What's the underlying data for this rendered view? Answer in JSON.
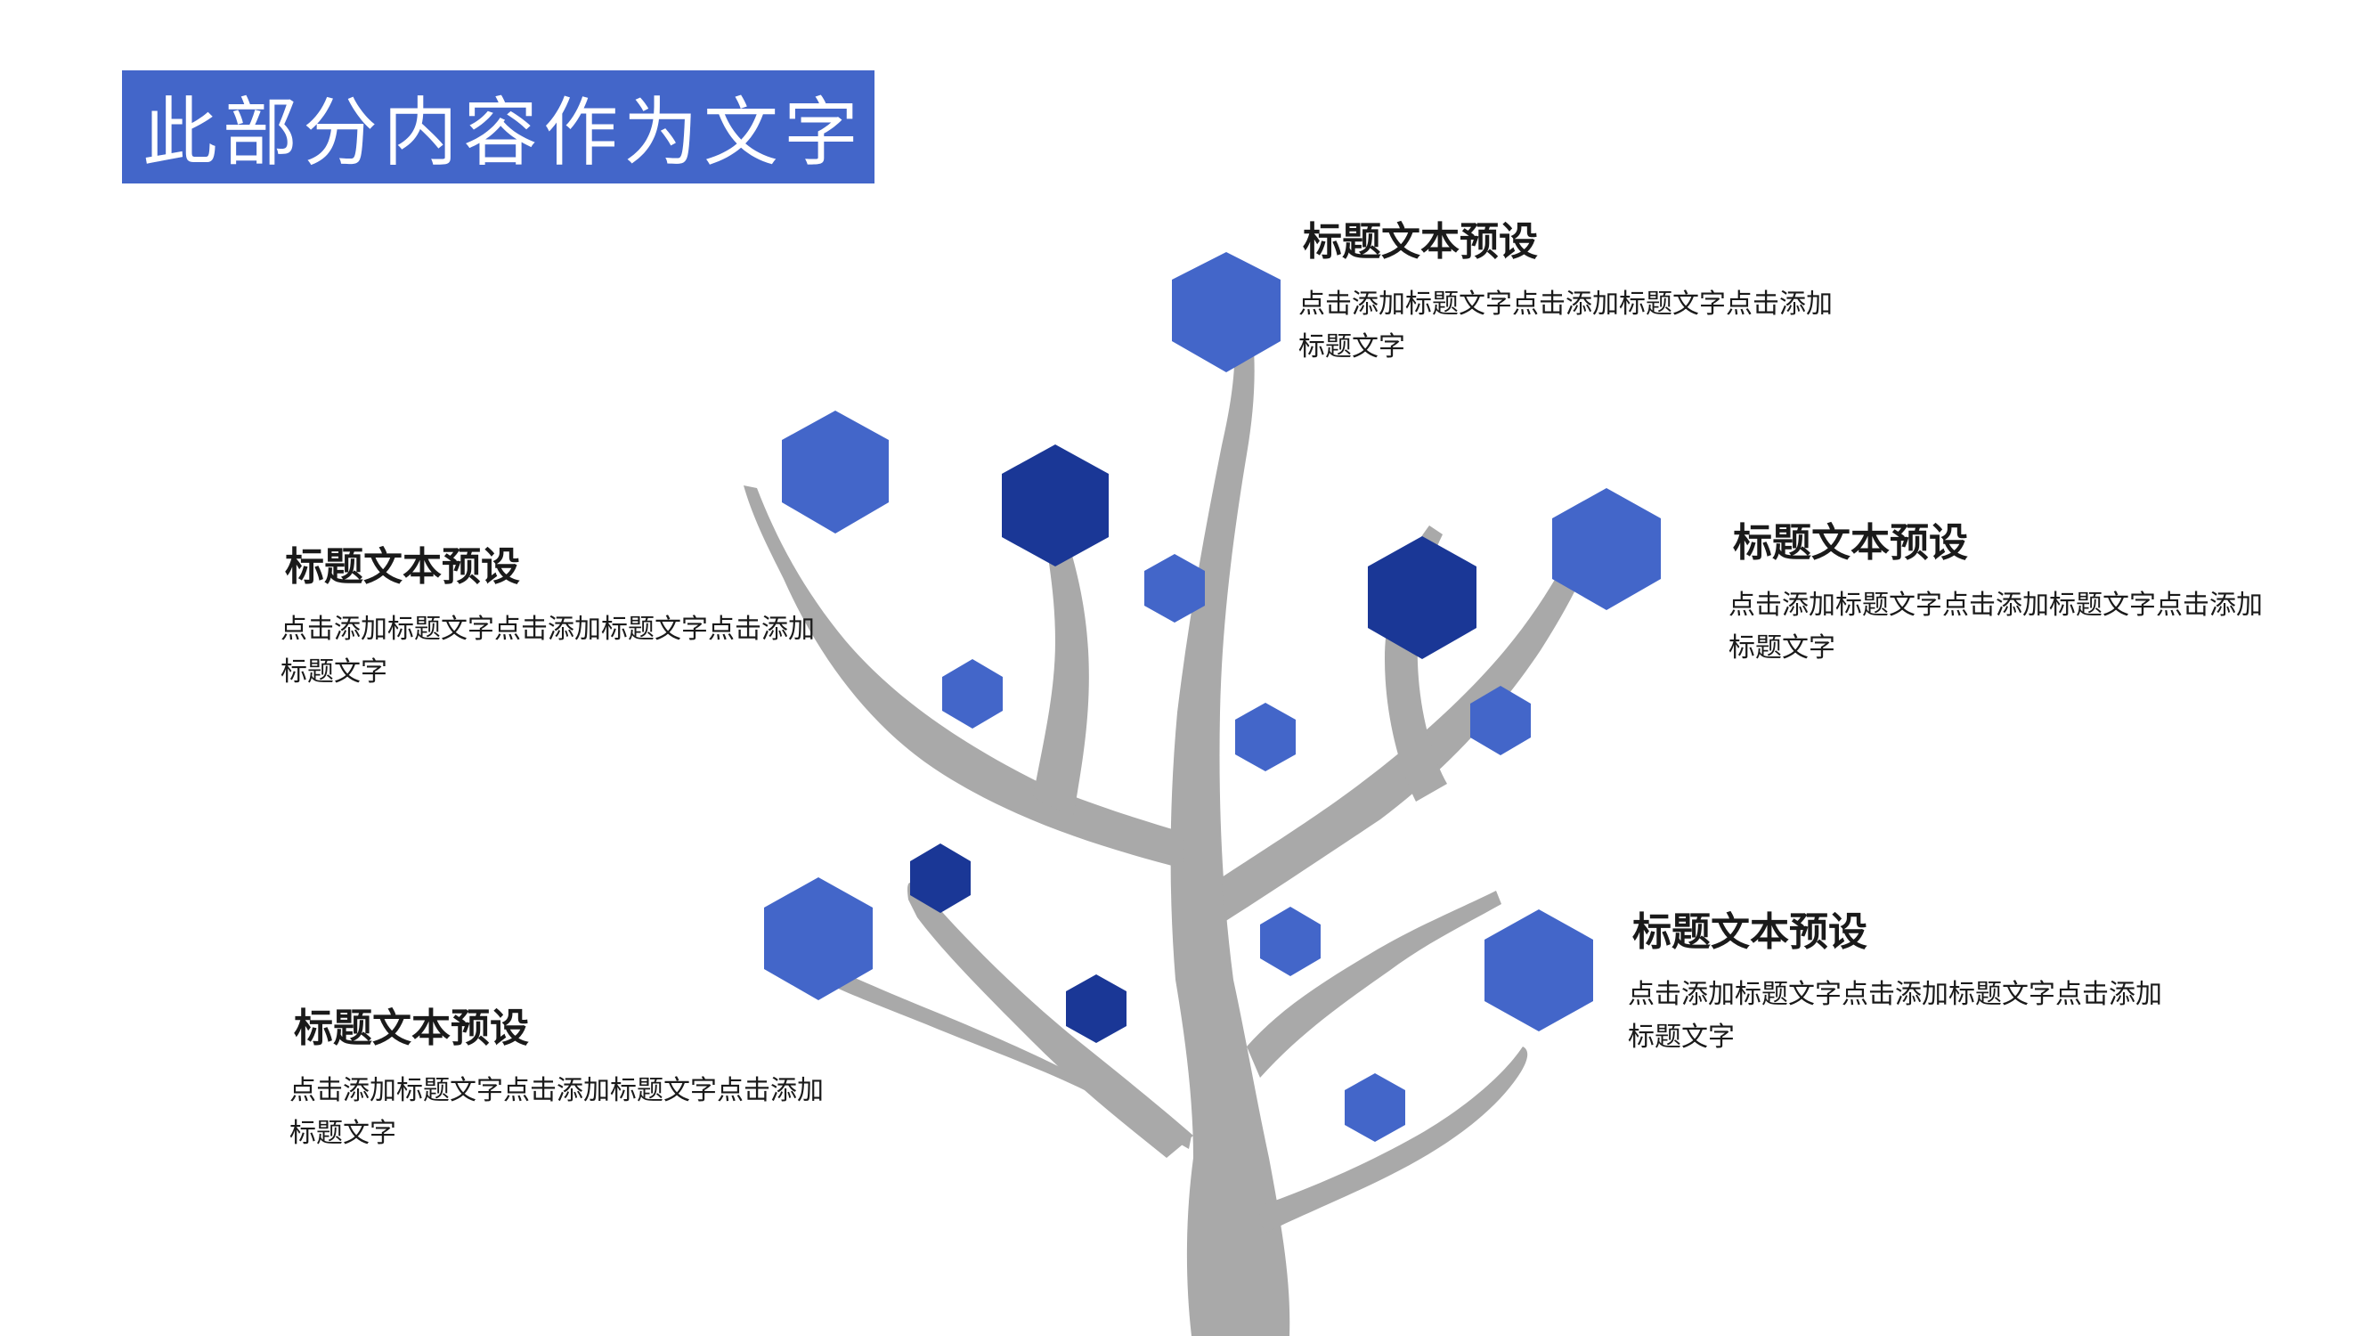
{
  "title": "此部分内容作为文字",
  "colors": {
    "accent": "#4366c9",
    "accent_dark": "#1a3796",
    "trunk": "#a9a9a9",
    "text": "#1a1a1a",
    "background": "#ffffff"
  },
  "items": [
    {
      "heading": "标题文本预设",
      "body": "点击添加标题文字点击添加标题文字点击添加标题文字"
    },
    {
      "heading": "标题文本预设",
      "body": "点击添加标题文字点击添加标题文字点击添加标题文字"
    },
    {
      "heading": "标题文本预设",
      "body": "点击添加标题文字点击添加标题文字点击添加标题文字"
    },
    {
      "heading": "标题文本预设",
      "body": "点击添加标题文字点击添加标题文字点击添加标题文字"
    },
    {
      "heading": "标题文本预设",
      "body": "点击添加标题文字点击添加标题文字点击添加标题文字"
    }
  ]
}
